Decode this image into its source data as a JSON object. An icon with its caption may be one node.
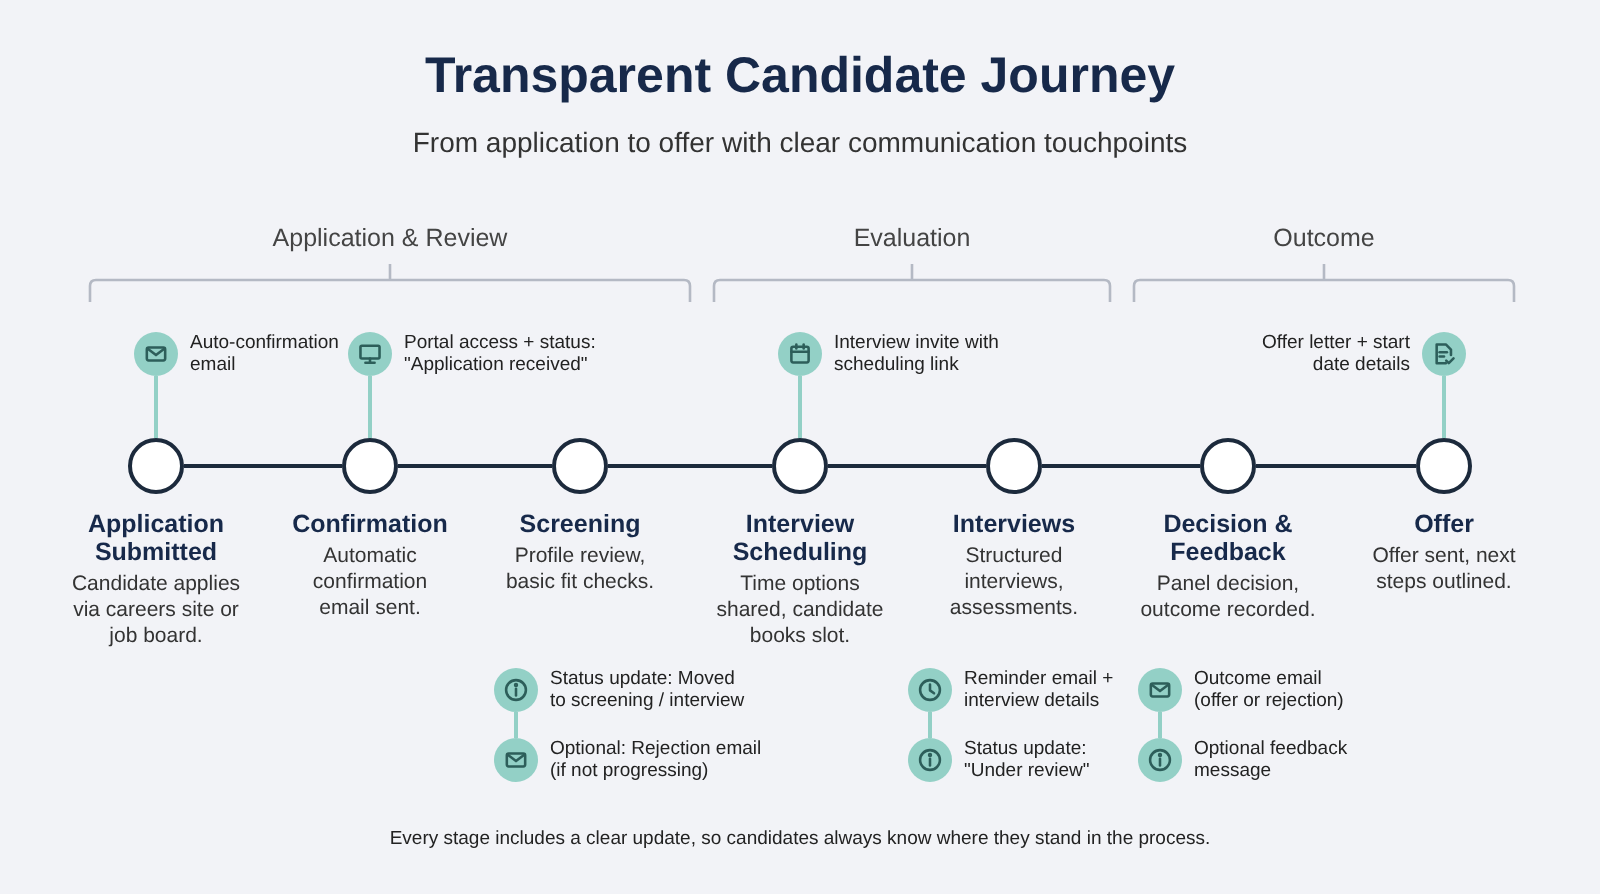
{
  "diagram": {
    "title": "Transparent Candidate Journey",
    "caption": "Every stage includes a clear update, so candidates always know where they stand in the process.",
    "nodes": [
      {
        "text": [
          "Auto-confirmation email"
        ]
      },
      {
        "text": [
          "Portal access + status: \"Application received\""
        ]
      },
      {
        "text": [
          "Interview invite with scheduling link"
        ]
      },
      {
        "text": [
          "Offer letter + start date details"
        ]
      },
      {
        "text": [],
        "shape": "circle",
        "beside": [
          "Application Submitted",
          "Candidate applies via careers site or job board."
        ]
      },
      {
        "text": [],
        "shape": "circle",
        "beside": [
          "Confirmation",
          "Automatic confirmation email sent."
        ]
      },
      {
        "text": [],
        "shape": "circle",
        "beside": [
          "Screening",
          "Profile review, basic fit checks."
        ]
      },
      {
        "text": [],
        "shape": "circle",
        "beside": [
          "Interview Scheduling",
          "Time options shared, candidate books slot."
        ]
      },
      {
        "text": [],
        "shape": "circle",
        "beside": [
          "Interviews",
          "Structured interviews, assessments."
        ]
      },
      {
        "text": [],
        "shape": "circle",
        "beside": [
          "Decision & Feedback",
          "Panel decision, outcome recorded."
        ]
      },
      {
        "text": [],
        "shape": "circle",
        "beside": [
          "Offer",
          "Offer sent, next steps outlined."
        ]
      },
      {
        "text": [
          "Status update: Moved to screening / interview"
        ]
      },
      {
        "text": [
          "Reminder email + interview details"
        ]
      },
      {
        "text": [
          "Outcome email (offer or rejection)"
        ]
      },
      {
        "text": [
          "Optional: Rejection email (if not progressing)"
        ]
      },
      {
        "text": [
          "Status update: \"Under review\""
        ]
      },
      {
        "text": [
          "Optional feedback message"
        ]
      }
    ],
    "edges": [
      {
        "from": 0,
        "to": 4,
        "arrow": "none"
      },
      {
        "from": 1,
        "to": 5,
        "arrow": "none"
      },
      {
        "from": 2,
        "to": 7,
        "arrow": "none"
      },
      {
        "from": 3,
        "to": 10,
        "arrow": "none"
      },
      {
        "from": 4,
        "to": 5,
        "arrow": "none",
        "color": "#1c2a3c"
      },
      {
        "from": 5,
        "to": 6,
        "arrow": "none",
        "color": "#1c2a3c"
      },
      {
        "from": 6,
        "to": 7,
        "arrow": "none",
        "color": "#1c2a3c"
      },
      {
        "from": 7,
        "to": 8,
        "arrow": "none",
        "color": "#1c2a3c"
      },
      {
        "from": 8,
        "to": 9,
        "arrow": "none",
        "color": "#1c2a3c"
      },
      {
        "from": 9,
        "to": 10,
        "arrow": "none",
        "color": "#1c2a3c"
      },
      {
        "from": 11,
        "to": 14,
        "arrow": "none"
      },
      {
        "from": 12,
        "to": 15,
        "arrow": "none"
      },
      {
        "from": 13,
        "to": 16,
        "arrow": "none"
      }
    ],
    "labels": [
      "From application to offer with clear communication touchpoints",
      "Application & Review",
      "Evaluation",
      "Outcome"
    ]
  }
}
